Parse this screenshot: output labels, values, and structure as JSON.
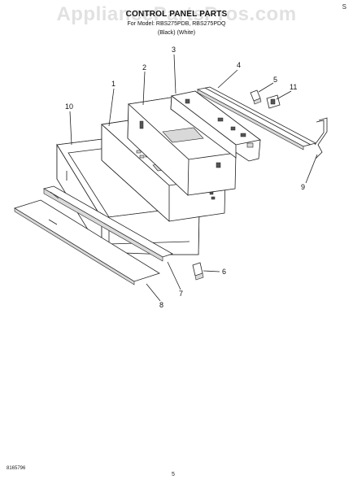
{
  "watermark": "AppliancePartsPros.com",
  "header": {
    "title": "CONTROL PANEL PARTS",
    "model_line": "For Model: RBS275PDB, RBS275PDQ",
    "color_line": "(Black)    (White)"
  },
  "corner_mark": "S",
  "diagram": {
    "callouts": [
      "1",
      "2",
      "3",
      "4",
      "5",
      "6",
      "7",
      "8",
      "9",
      "10",
      "11"
    ]
  },
  "footer": {
    "code": "8165796",
    "page": "5"
  }
}
